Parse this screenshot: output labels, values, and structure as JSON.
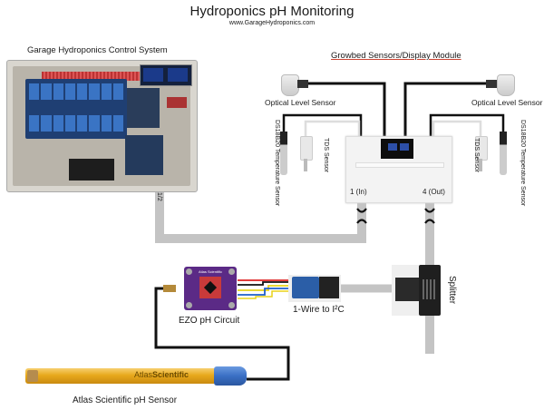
{
  "header": {
    "title": "Hydroponics pH Monitoring",
    "subtitle": "www.GarageHydroponics.com"
  },
  "control_system": {
    "label": "Garage Hydroponics Control System",
    "port_label": "1/2"
  },
  "growbed_module": {
    "label": "Growbed Sensors/Display Module",
    "port_in_label": "1 (In)",
    "port_out_label": "4 (Out)"
  },
  "sensors": {
    "optical_left": "Optical Level Sensor",
    "optical_right": "Optical Level Sensor",
    "temp_left": "DS18B20 Temperature Sensor",
    "temp_right": "DS18B20 Temperature Sensor",
    "tds_left": "TDS Sensor",
    "tds_right": "TDS Sensor"
  },
  "components": {
    "splitter": "Splitter",
    "onewire_i2c": "1-Wire to I²C",
    "ezo_circuit": "EZO pH Circuit",
    "ezo_board_brand": "Atlas Scientific",
    "ph_sensor": "Atlas Scientific pH Sensor",
    "ph_probe_brand_a": "Atlas",
    "ph_probe_brand_b": "Scientific"
  },
  "colors": {
    "cable_gray": "#c4c4c4",
    "wire_black": "#111111",
    "ezo_purple": "#5b2a86",
    "probe_amber": "#e8a91c",
    "probe_cap_blue": "#3a6fc4",
    "relay_blue": "#2f5fa3"
  }
}
